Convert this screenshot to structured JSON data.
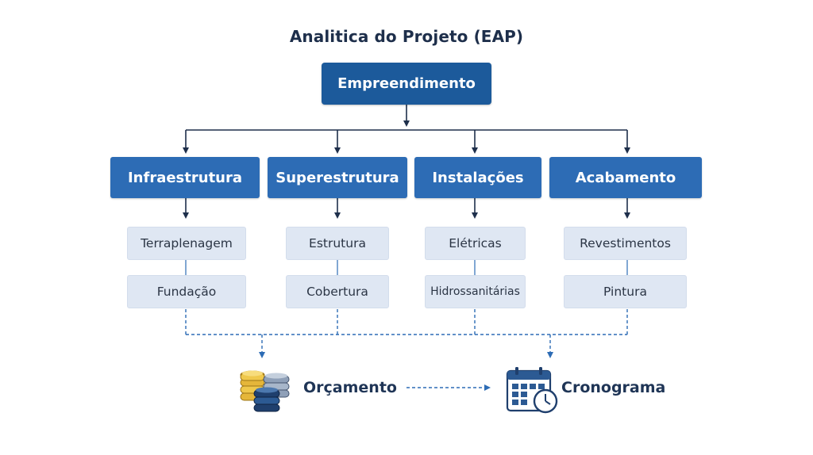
{
  "title": "Analitica do Projeto (EAP)",
  "root": {
    "label": "Empreendimento"
  },
  "categories": [
    {
      "label": "Infraestrutura",
      "items": [
        "Terraplenagem",
        "Fundação"
      ]
    },
    {
      "label": "Superestrutura",
      "items": [
        "Estrutura",
        "Cobertura"
      ]
    },
    {
      "label": "Instalações",
      "items": [
        "Elétricas",
        "Hidrossanitárias"
      ]
    },
    {
      "label": "Acabamento",
      "items": [
        "Revestimentos",
        "Pintura"
      ]
    }
  ],
  "outputs": {
    "budget": {
      "label": "Orçamento",
      "icon": "coins-stack-icon"
    },
    "schedule": {
      "label": "Cronograma",
      "icon": "calendar-clock-icon"
    }
  },
  "colors": {
    "root": "#1c5a9b",
    "category": "#2d6cb5",
    "subitem": "#dfe7f3",
    "connector": "#1e2f4b",
    "dashed": "#2d6cb5"
  }
}
